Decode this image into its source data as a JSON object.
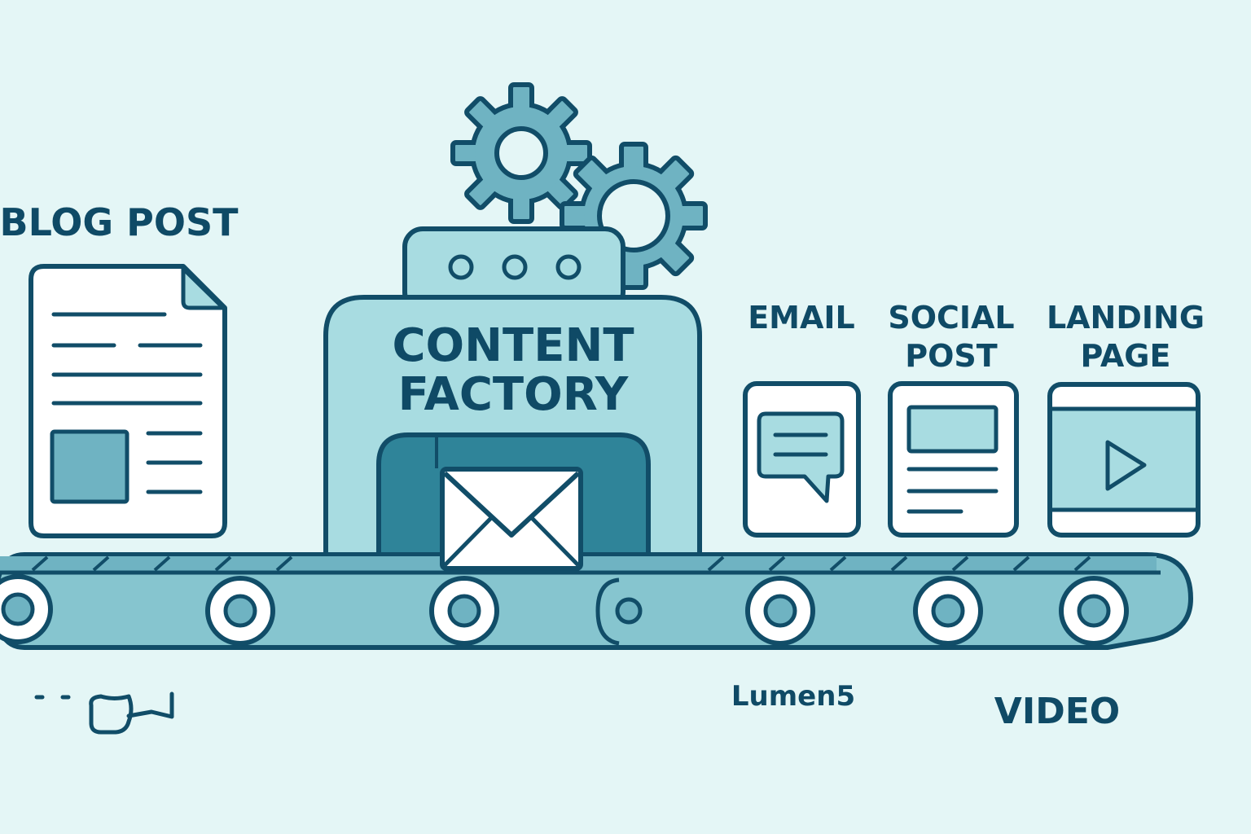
{
  "labels": {
    "blog_post": "BLOG POST",
    "factory_line1": "CONTENT",
    "factory_line2": "FACTORY",
    "email": "EMAIL",
    "social_line1": "SOCIAL",
    "social_line2": "POST",
    "landing_line1": "LANDING",
    "landing_line2": "PAGE",
    "lumen5": "Lumen5",
    "video": "VIDEO"
  },
  "colors": {
    "background": "#e4f6f6",
    "outline": "#114d68",
    "factory_fill": "#a8dce1",
    "belt_fill": "#86c5cf",
    "gear_fill": "#6fb3c2",
    "doorway_fill": "#2f8499",
    "paper": "#ffffff"
  },
  "icons": [
    "gear-icon",
    "document-icon",
    "envelope-icon",
    "chat-bubble-icon",
    "play-icon"
  ]
}
